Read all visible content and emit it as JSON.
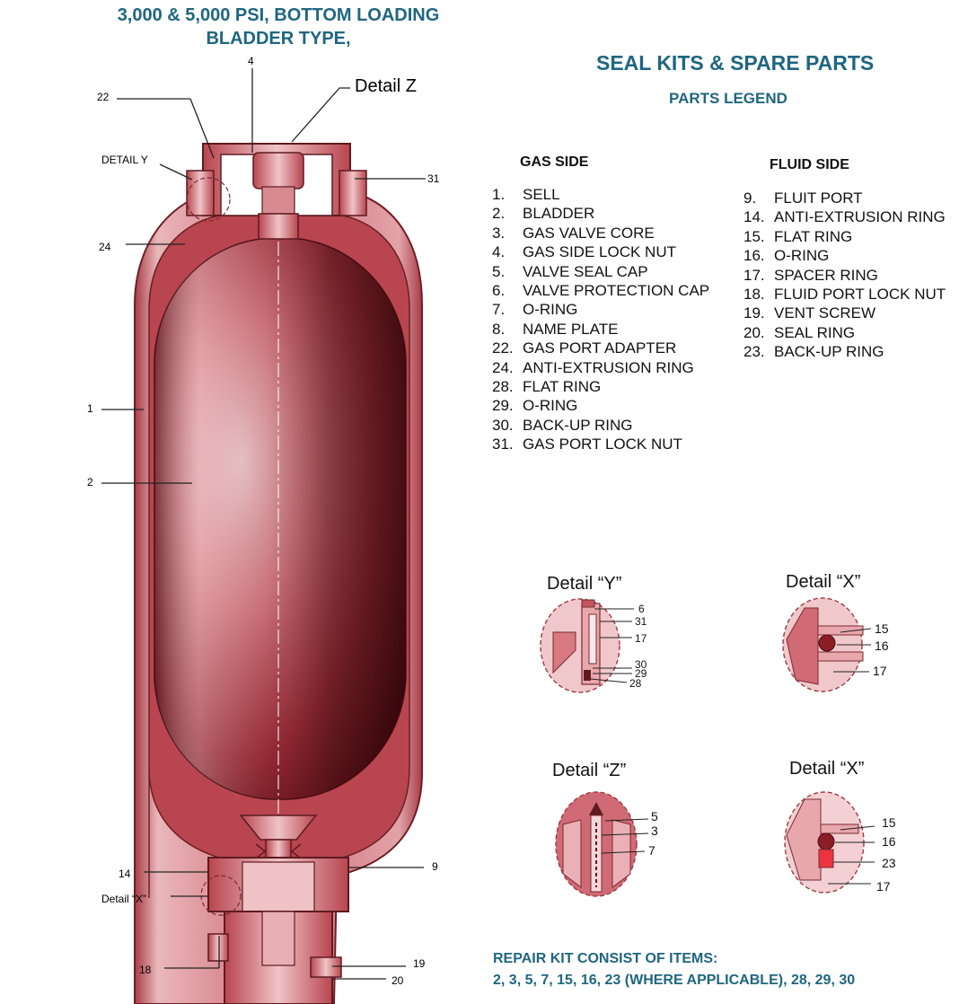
{
  "title": {
    "line1": "3,000 & 5,000 PSI, BOTTOM LOADING",
    "line2": "BLADDER TYPE,"
  },
  "heading": "SEAL  KITS & SPARE PARTS",
  "subheading": "PARTS LEGEND",
  "gas_side": {
    "title": "GAS SIDE",
    "items": [
      {
        "num": "1.",
        "label": "SELL"
      },
      {
        "num": "2.",
        "label": "BLADDER"
      },
      {
        "num": "3.",
        "label": "GAS VALVE CORE"
      },
      {
        "num": "4.",
        "label": "GAS SIDE LOCK NUT"
      },
      {
        "num": "5.",
        "label": "VALVE SEAL CAP"
      },
      {
        "num": "6.",
        "label": "VALVE PROTECTION CAP"
      },
      {
        "num": "7.",
        "label": "O-RING"
      },
      {
        "num": "8.",
        "label": "NAME PLATE"
      },
      {
        "num": "22.",
        "label": "GAS PORT ADAPTER"
      },
      {
        "num": "24.",
        "label": "ANTI-EXTRUSION RING"
      },
      {
        "num": "28.",
        "label": "FLAT RING"
      },
      {
        "num": "29.",
        "label": "O-RING"
      },
      {
        "num": "30.",
        "label": "BACK-UP RING"
      },
      {
        "num": "31.",
        "label": "GAS PORT LOCK NUT"
      }
    ]
  },
  "fluid_side": {
    "title": "FLUID SIDE",
    "items": [
      {
        "num": "9.",
        "label": "FLUIT PORT"
      },
      {
        "num": "14.",
        "label": "ANTI-EXTRUSION RING"
      },
      {
        "num": "15.",
        "label": "FLAT RING"
      },
      {
        "num": "16.",
        "label": "O-RING"
      },
      {
        "num": "17.",
        "label": "SPACER RING"
      },
      {
        "num": "18.",
        "label": "FLUID PORT LOCK NUT"
      },
      {
        "num": "19.",
        "label": "VENT SCREW"
      },
      {
        "num": "20.",
        "label": "SEAL RING"
      },
      {
        "num": "23.",
        "label": "BACK-UP RING"
      }
    ]
  },
  "main_diagram": {
    "labels": {
      "n4": "4",
      "n22": "22",
      "detail_z": "Detail Z",
      "detail_y": "DETAIL Y",
      "n31": "31",
      "n24": "24",
      "n1": "1",
      "n2": "2",
      "n14": "14",
      "detail_x": "Detail “X”",
      "n9": "9",
      "n18": "18",
      "n19": "19",
      "n20": "20"
    }
  },
  "details": {
    "y": {
      "title": "Detail “Y”",
      "labels": [
        "6",
        "31",
        "17",
        "30",
        "29",
        "28"
      ]
    },
    "x1": {
      "title": "Detail “X”",
      "labels": [
        "15",
        "16",
        "17"
      ]
    },
    "z": {
      "title": "Detail “Z”",
      "labels": [
        "5",
        "3",
        "7"
      ]
    },
    "x2": {
      "title": "Detail “X”",
      "labels": [
        "15",
        "16",
        "23",
        "17"
      ]
    }
  },
  "repair_kit": {
    "line1": "REPAIR KIT CONSIST OF ITEMS:",
    "line2": "2, 3, 5, 7, 15, 16, 23 (WHERE APPLICABLE), 28, 29, 30"
  },
  "colors": {
    "heading": "#1f6680",
    "shell": "#c8505a",
    "bladder_dark": "#5e1015",
    "bladder_light": "#f2c8cb"
  }
}
